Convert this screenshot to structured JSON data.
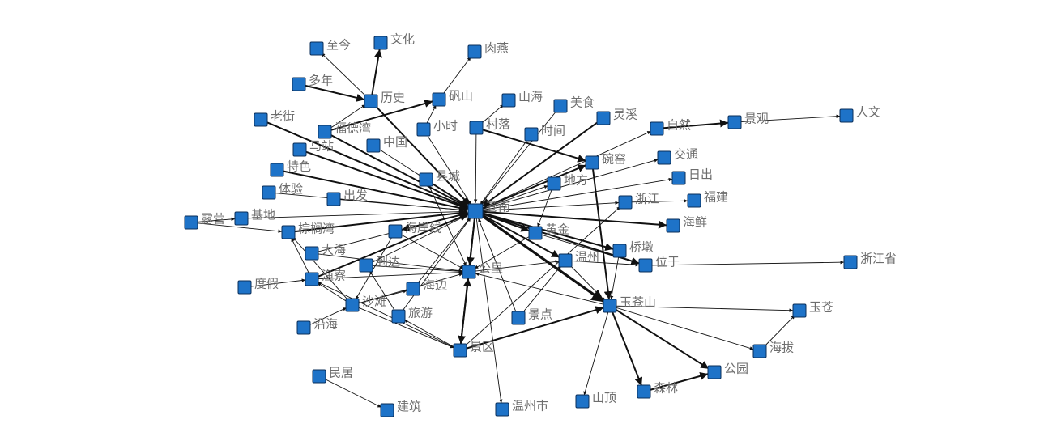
{
  "nodes": [
    {
      "id": "cangnan",
      "label": "苍南"
    },
    {
      "id": "lishi",
      "label": "历史"
    },
    {
      "id": "zhijin",
      "label": "至今"
    },
    {
      "id": "wenhua",
      "label": "文化"
    },
    {
      "id": "duonian",
      "label": "多年"
    },
    {
      "id": "rouyan",
      "label": "肉燕"
    },
    {
      "id": "fanshan",
      "label": "矾山"
    },
    {
      "id": "laojie",
      "label": "老街"
    },
    {
      "id": "fudewan",
      "label": "福德湾"
    },
    {
      "id": "xiaoshi",
      "label": "小时"
    },
    {
      "id": "cunluo",
      "label": "村落"
    },
    {
      "id": "shanhai",
      "label": "山海"
    },
    {
      "id": "meishi",
      "label": "美食"
    },
    {
      "id": "shijian",
      "label": "时间"
    },
    {
      "id": "lingxi",
      "label": "灵溪"
    },
    {
      "id": "zhongguo",
      "label": "中国"
    },
    {
      "id": "mazhan",
      "label": "马站"
    },
    {
      "id": "tese",
      "label": "特色"
    },
    {
      "id": "xiancheng",
      "label": "县城"
    },
    {
      "id": "tiyan",
      "label": "体验"
    },
    {
      "id": "chufa",
      "label": "出发"
    },
    {
      "id": "ziran",
      "label": "自然"
    },
    {
      "id": "jingguan",
      "label": "景观"
    },
    {
      "id": "renwen",
      "label": "人文"
    },
    {
      "id": "wanyao",
      "label": "碗窑"
    },
    {
      "id": "jiaotong",
      "label": "交通"
    },
    {
      "id": "richu",
      "label": "日出"
    },
    {
      "id": "difang",
      "label": "地方"
    },
    {
      "id": "zhejiang",
      "label": "浙江"
    },
    {
      "id": "fujian",
      "label": "福建"
    },
    {
      "id": "haixian",
      "label": "海鲜"
    },
    {
      "id": "luying",
      "label": "露营"
    },
    {
      "id": "jidi",
      "label": "基地"
    },
    {
      "id": "zonglvwan",
      "label": "棕榈湾"
    },
    {
      "id": "haianxian",
      "label": "海岸线"
    },
    {
      "id": "huangjin",
      "label": "黄金"
    },
    {
      "id": "qiaodun",
      "label": "桥墩"
    },
    {
      "id": "dahai",
      "label": "大海"
    },
    {
      "id": "daoda",
      "label": "到达"
    },
    {
      "id": "gongli",
      "label": "公里"
    },
    {
      "id": "wenzhou",
      "label": "温州"
    },
    {
      "id": "weiyu",
      "label": "位于"
    },
    {
      "id": "zhejiangsheng",
      "label": "浙江省"
    },
    {
      "id": "dujia",
      "label": "度假"
    },
    {
      "id": "yuliao",
      "label": "渔寮"
    },
    {
      "id": "haibian",
      "label": "海边"
    },
    {
      "id": "shatan",
      "label": "沙滩"
    },
    {
      "id": "lvyou",
      "label": "旅游"
    },
    {
      "id": "jingdian",
      "label": "景点"
    },
    {
      "id": "yuhai",
      "label": "沿海"
    },
    {
      "id": "yucangshan",
      "label": "玉苍山"
    },
    {
      "id": "yucang",
      "label": "玉苍"
    },
    {
      "id": "jingqu",
      "label": "景区"
    },
    {
      "id": "haiba",
      "label": "海拔"
    },
    {
      "id": "gongyuan",
      "label": "公园"
    },
    {
      "id": "senlin",
      "label": "森林"
    },
    {
      "id": "shanding",
      "label": "山顶"
    },
    {
      "id": "minju",
      "label": "民居"
    },
    {
      "id": "jianzhu",
      "label": "建筑"
    },
    {
      "id": "wenzhoushi",
      "label": "温州市"
    }
  ],
  "edges": [
    {
      "from": "lishi",
      "to": "zhijin",
      "weight": 1
    },
    {
      "from": "lishi",
      "to": "wenhua",
      "weight": 2
    },
    {
      "from": "duonian",
      "to": "lishi",
      "weight": 2
    },
    {
      "from": "lishi",
      "to": "cangnan",
      "weight": 2
    },
    {
      "from": "fudewan",
      "to": "fanshan",
      "weight": 2
    },
    {
      "from": "fudewan",
      "to": "lishi",
      "weight": 1
    },
    {
      "from": "fudewan",
      "to": "cangnan",
      "weight": 2
    },
    {
      "from": "laojie",
      "to": "cangnan",
      "weight": 2
    },
    {
      "from": "fanshan",
      "to": "rouyan",
      "weight": 1
    },
    {
      "from": "xiaoshi",
      "to": "cangnan",
      "weight": 1
    },
    {
      "from": "xiaoshi",
      "to": "fanshan",
      "weight": 1
    },
    {
      "from": "cunluo",
      "to": "cangnan",
      "weight": 1
    },
    {
      "from": "cunluo",
      "to": "shanhai",
      "weight": 1
    },
    {
      "from": "cunluo",
      "to": "wanyao",
      "weight": 2
    },
    {
      "from": "shijian",
      "to": "cangnan",
      "weight": 1
    },
    {
      "from": "meishi",
      "to": "cangnan",
      "weight": 1
    },
    {
      "from": "lingxi",
      "to": "cangnan",
      "weight": 2
    },
    {
      "from": "zhongguo",
      "to": "cangnan",
      "weight": 1
    },
    {
      "from": "mazhan",
      "to": "cangnan",
      "weight": 2
    },
    {
      "from": "tese",
      "to": "cangnan",
      "weight": 2
    },
    {
      "from": "xiancheng",
      "to": "cangnan",
      "weight": 2
    },
    {
      "from": "xiancheng",
      "to": "gongli",
      "weight": 1
    },
    {
      "from": "tiyan",
      "to": "cangnan",
      "weight": 1
    },
    {
      "from": "chufa",
      "to": "cangnan",
      "weight": 1
    },
    {
      "from": "jidi",
      "to": "cangnan",
      "weight": 1
    },
    {
      "from": "luying",
      "to": "jidi",
      "weight": 1
    },
    {
      "from": "luying",
      "to": "zonglvwan",
      "weight": 1
    },
    {
      "from": "zonglvwan",
      "to": "cangnan",
      "weight": 2
    },
    {
      "from": "cangnan",
      "to": "ziran",
      "weight": 1
    },
    {
      "from": "ziran",
      "to": "jingguan",
      "weight": 2
    },
    {
      "from": "jingguan",
      "to": "renwen",
      "weight": 1
    },
    {
      "from": "cangnan",
      "to": "wanyao",
      "weight": 2
    },
    {
      "from": "cangnan",
      "to": "jiaotong",
      "weight": 1
    },
    {
      "from": "cangnan",
      "to": "richu",
      "weight": 1
    },
    {
      "from": "cangnan",
      "to": "difang",
      "weight": 1
    },
    {
      "from": "cangnan",
      "to": "zhejiang",
      "weight": 1
    },
    {
      "from": "zhejiang",
      "to": "fujian",
      "weight": 1
    },
    {
      "from": "cangnan",
      "to": "haixian",
      "weight": 2
    },
    {
      "from": "cangnan",
      "to": "haianxian",
      "weight": 2
    },
    {
      "from": "cangnan",
      "to": "huangjin",
      "weight": 2
    },
    {
      "from": "cangnan",
      "to": "qiaodun",
      "weight": 2
    },
    {
      "from": "cangnan",
      "to": "wenzhou",
      "weight": 2
    },
    {
      "from": "cangnan",
      "to": "weiyu",
      "weight": 2
    },
    {
      "from": "cangnan",
      "to": "yucangshan",
      "weight": 3
    },
    {
      "from": "cangnan",
      "to": "gongli",
      "weight": 2
    },
    {
      "from": "cangnan",
      "to": "jingqu",
      "weight": 2
    },
    {
      "from": "cangnan",
      "to": "wenzhoushi",
      "weight": 1
    },
    {
      "from": "haianxian",
      "to": "gongli",
      "weight": 1
    },
    {
      "from": "haianxian",
      "to": "shatan",
      "weight": 1
    },
    {
      "from": "dahai",
      "to": "gongli",
      "weight": 1
    },
    {
      "from": "dahai",
      "to": "cangnan",
      "weight": 1
    },
    {
      "from": "daoda",
      "to": "gongli",
      "weight": 1
    },
    {
      "from": "daoda",
      "to": "cangnan",
      "weight": 1
    },
    {
      "from": "yuliao",
      "to": "cangnan",
      "weight": 2
    },
    {
      "from": "yuliao",
      "to": "gongli",
      "weight": 1
    },
    {
      "from": "yuliao",
      "to": "zonglvwan",
      "weight": 1
    },
    {
      "from": "dujia",
      "to": "yuliao",
      "weight": 1
    },
    {
      "from": "shatan",
      "to": "yuliao",
      "weight": 1
    },
    {
      "from": "shatan",
      "to": "zonglvwan",
      "weight": 1
    },
    {
      "from": "shatan",
      "to": "haibian",
      "weight": 1
    },
    {
      "from": "shatan",
      "to": "jingqu",
      "weight": 1
    },
    {
      "from": "shatan",
      "to": "gongli",
      "weight": 1
    },
    {
      "from": "yuhai",
      "to": "shatan",
      "weight": 1
    },
    {
      "from": "lvyou",
      "to": "daoda",
      "weight": 1
    },
    {
      "from": "lvyou",
      "to": "cangnan",
      "weight": 1
    },
    {
      "from": "haibian",
      "to": "cangnan",
      "weight": 1
    },
    {
      "from": "jingqu",
      "to": "gongli",
      "weight": 2
    },
    {
      "from": "jingqu",
      "to": "lvyou",
      "weight": 1
    },
    {
      "from": "jingqu",
      "to": "yuliao",
      "weight": 1
    },
    {
      "from": "jingqu",
      "to": "yucangshan",
      "weight": 2
    },
    {
      "from": "jingqu",
      "to": "zhejiang",
      "weight": 1
    },
    {
      "from": "jingdian",
      "to": "cangnan",
      "weight": 1
    },
    {
      "from": "jingdian",
      "to": "wenzhou",
      "weight": 1
    },
    {
      "from": "gongli",
      "to": "wenzhou",
      "weight": 1
    },
    {
      "from": "huangjin",
      "to": "weiyu",
      "weight": 1
    },
    {
      "from": "huangjin",
      "to": "gongli",
      "weight": 1
    },
    {
      "from": "wenzhou",
      "to": "weiyu",
      "weight": 1
    },
    {
      "from": "wenzhou",
      "to": "yucangshan",
      "weight": 1
    },
    {
      "from": "qiaodun",
      "to": "yucangshan",
      "weight": 1
    },
    {
      "from": "weiyu",
      "to": "zhejiangsheng",
      "weight": 1
    },
    {
      "from": "wanyao",
      "to": "yucangshan",
      "weight": 2
    },
    {
      "from": "difang",
      "to": "huangjin",
      "weight": 1
    },
    {
      "from": "yucangshan",
      "to": "yucang",
      "weight": 1
    },
    {
      "from": "yucangshan",
      "to": "gongyuan",
      "weight": 2
    },
    {
      "from": "yucangshan",
      "to": "senlin",
      "weight": 2
    },
    {
      "from": "yucangshan",
      "to": "shanding",
      "weight": 1
    },
    {
      "from": "yucangshan",
      "to": "gongli",
      "weight": 1
    },
    {
      "from": "yucangshan",
      "to": "haiba",
      "weight": 1
    },
    {
      "from": "senlin",
      "to": "gongyuan",
      "weight": 2
    },
    {
      "from": "haiba",
      "to": "yucang",
      "weight": 1
    },
    {
      "from": "minju",
      "to": "jianzhu",
      "weight": 1
    }
  ]
}
